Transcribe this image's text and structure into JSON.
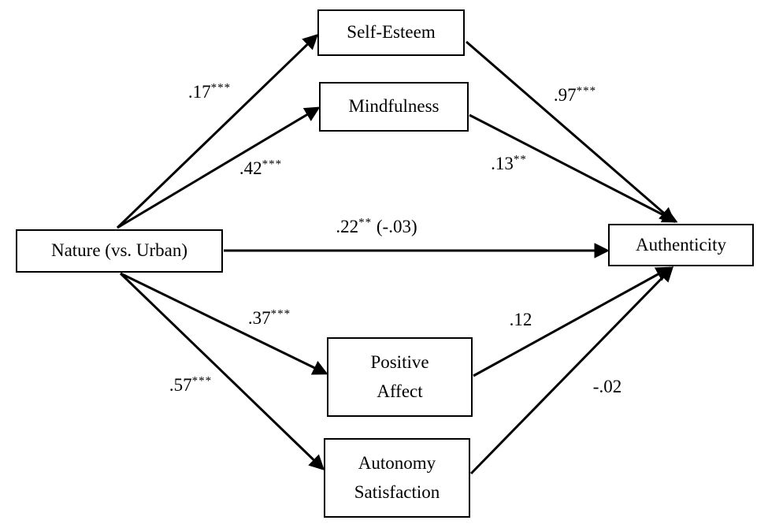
{
  "diagram": {
    "type": "mediation-path-model",
    "colors": {
      "background": "#ffffff",
      "line": "#000000",
      "text": "#000000",
      "box_border": "#000000",
      "box_fill": "#ffffff"
    },
    "nodes": {
      "nature": {
        "label": "Nature (vs. Urban)"
      },
      "self_esteem": {
        "label": "Self-Esteem"
      },
      "mindfulness": {
        "label": "Mindfulness"
      },
      "authenticity": {
        "label": "Authenticity"
      },
      "positive_affect": {
        "lines": [
          "Positive",
          "Affect"
        ]
      },
      "autonomy_satisfaction": {
        "lines": [
          "Autonomy",
          "Satisfaction"
        ]
      }
    },
    "edges": {
      "nature_to_self_esteem": {
        "from": "Nature (vs. Urban)",
        "to": "Self-Esteem",
        "value": ".17",
        "stars": "***",
        "suffix": ""
      },
      "nature_to_mindfulness": {
        "from": "Nature (vs. Urban)",
        "to": "Mindfulness",
        "value": ".42",
        "stars": "***",
        "suffix": ""
      },
      "self_esteem_to_authenticity": {
        "from": "Self-Esteem",
        "to": "Authenticity",
        "value": ".97",
        "stars": "***",
        "suffix": ""
      },
      "mindfulness_to_authenticity": {
        "from": "Mindfulness",
        "to": "Authenticity",
        "value": ".13",
        "stars": "**",
        "suffix": ""
      },
      "nature_to_authenticity": {
        "from": "Nature (vs. Urban)",
        "to": "Authenticity",
        "value": ".22",
        "stars": "**",
        "suffix": " (-.03)"
      },
      "nature_to_positive_affect": {
        "from": "Nature (vs. Urban)",
        "to": "Positive Affect",
        "value": ".37",
        "stars": "***",
        "suffix": ""
      },
      "positive_affect_to_authenticity": {
        "from": "Positive Affect",
        "to": "Authenticity",
        "value": ".12",
        "stars": "",
        "suffix": ""
      },
      "nature_to_autonomy": {
        "from": "Nature (vs. Urban)",
        "to": "Autonomy Satisfaction",
        "value": ".57",
        "stars": "***",
        "suffix": ""
      },
      "autonomy_to_authenticity": {
        "from": "Autonomy Satisfaction",
        "to": "Authenticity",
        "value": "-.02",
        "stars": "",
        "suffix": ""
      }
    }
  }
}
